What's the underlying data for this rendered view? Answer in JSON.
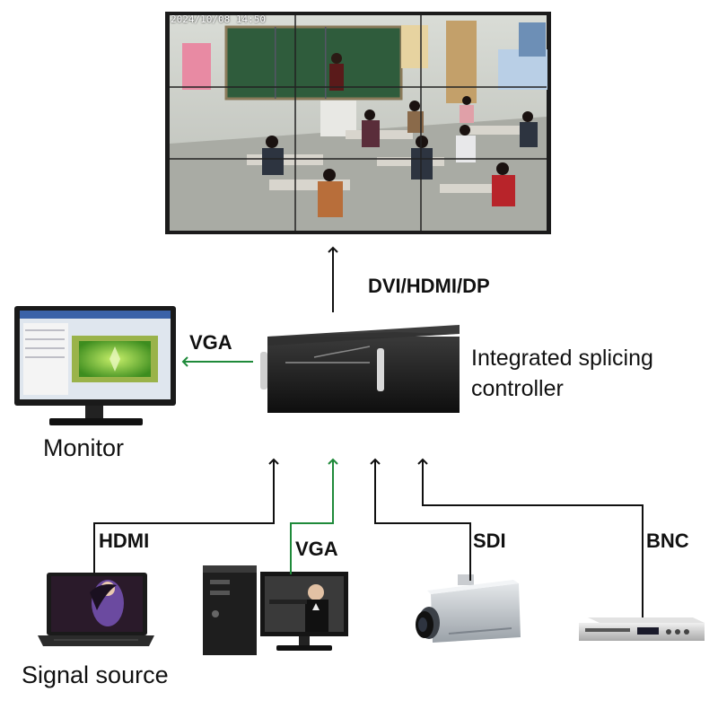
{
  "video_wall": {
    "timestamp": "2024/10/08 14:50"
  },
  "labels": {
    "output_interfaces": "DVI/HDMI/DP",
    "controller": [
      "Integrated splicing",
      "controller"
    ],
    "monitor_link": "VGA",
    "monitor": "Monitor",
    "hdmi": "HDMI",
    "vga": "VGA",
    "sdi": "SDI",
    "bnc": "BNC",
    "signal_source": "Signal source"
  },
  "colors": {
    "vga_link": "#1f8a3a",
    "black_link": "#111111",
    "device_body": "#161616",
    "screen_frame": "#2b2b2b"
  },
  "icons": [
    "video-wall-image",
    "controller-box",
    "monitor-icon",
    "laptop-icon",
    "desktop-pc-icon",
    "camera-icon",
    "dvd-player-icon"
  ]
}
